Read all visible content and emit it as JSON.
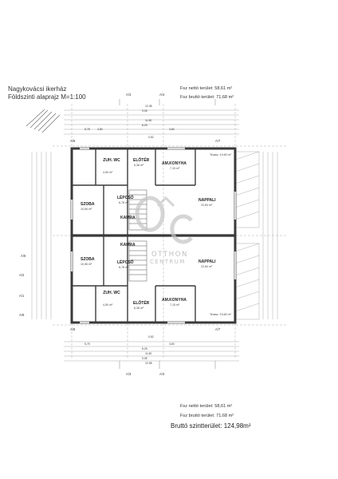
{
  "title": {
    "project": "Nagykovácsi ikerház",
    "plan": "Földszinti alaprajz M=1:100"
  },
  "areas_top": {
    "net": "Fsz nettó terület: 58,61 m²",
    "gross": "Fsz bruttó terület: 71,68 m²"
  },
  "areas_bottom": {
    "net": "Fsz nettó terület: 58,61 m²",
    "gross": "Fsz bruttó terület: 71,68 m²",
    "total": "Bruttó szintterület: 124,98m²"
  },
  "rooms_upper": [
    {
      "name": "ELŐTÉR",
      "area": "6,38 m²"
    },
    {
      "name": "ZUH. WC",
      "area": "4,50 m²"
    },
    {
      "name": "AM.KONYHA",
      "area": "7,15 m²"
    },
    {
      "name": "LÉPCSŐ",
      "area": "6,78 m²"
    },
    {
      "name": "SZOBA",
      "area": "10,56 m²"
    },
    {
      "name": "NAPPALI",
      "area": "22,84 m²"
    },
    {
      "name": "KAMRA",
      "area": ""
    }
  ],
  "rooms_lower": [
    {
      "name": "KAMRA",
      "area": ""
    },
    {
      "name": "SZOBA",
      "area": "10,56 m²"
    },
    {
      "name": "LÉPCSŐ",
      "area": "6,78 m²"
    },
    {
      "name": "NAPPALI",
      "area": "22,84 m²"
    },
    {
      "name": "ZUH. WC",
      "area": "4,50 m²"
    },
    {
      "name": "ELŐTÉR",
      "area": "6,38 m²"
    },
    {
      "name": "AM.KONYHA",
      "area": "7,15 m²"
    }
  ],
  "terraces": {
    "upper": "Terasz: 19,60 m²",
    "lower": "Terasz: 19,60 m²"
  },
  "axes": {
    "a3": "A/3",
    "a4": "A/4",
    "a7": "A/7",
    "a8": "A/8",
    "a5": "A/5",
    "a2": "A/2",
    "a1": "A/1",
    "a6": "A/6"
  },
  "dims_top": [
    "12,38",
    "9,05",
    "11,50",
    "8,25",
    "3,60",
    "0,52",
    "5,75",
    "4,50"
  ],
  "dims_bottom": [
    "3,60",
    "8,25",
    "11,50",
    "9,05",
    "12,38",
    "0,52",
    "5,75"
  ],
  "watermark": {
    "monogram": "ÔC",
    "line1": "OTTHON",
    "line2": "CENTRUM"
  },
  "colors": {
    "wall": "#3a3a3a",
    "wall_fill": "#e8e8e8",
    "grid": "#9a9a9a",
    "watermark": "#bfbfbf"
  }
}
